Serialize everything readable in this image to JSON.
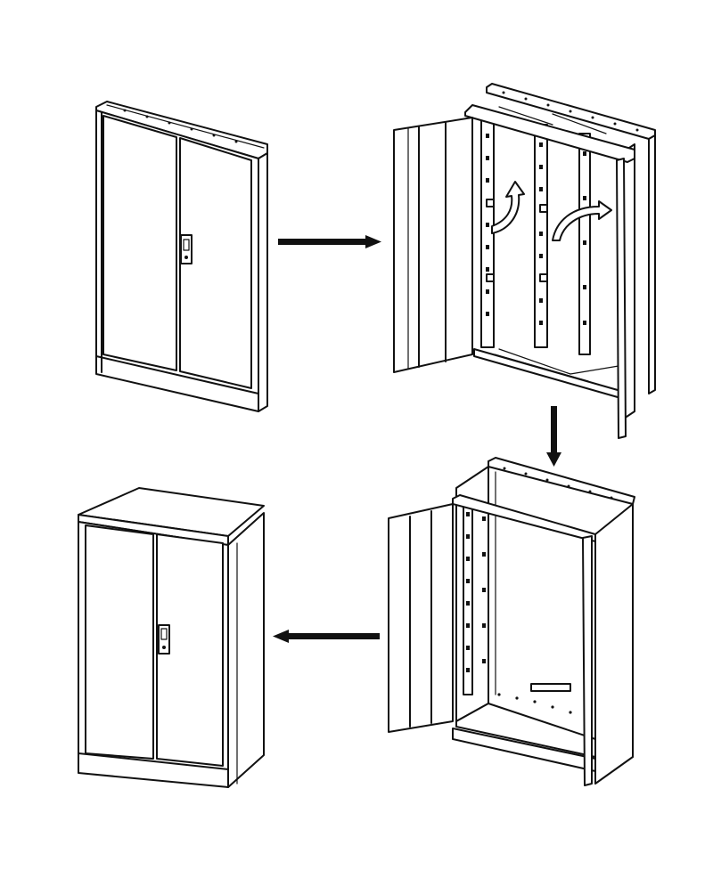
{
  "colors": {
    "line": "#111111",
    "background": "#ffffff"
  },
  "steps": [
    {
      "id": "folded-cabinet",
      "icon": "folded-cabinet-illustration"
    },
    {
      "id": "unfolding-cabinet",
      "icon": "unfolding-cabinet-illustration"
    },
    {
      "id": "unfolded-open-cabinet",
      "icon": "open-cabinet-frame-illustration"
    },
    {
      "id": "assembled-cabinet",
      "icon": "assembled-cabinet-illustration"
    }
  ],
  "arrows": [
    {
      "from": "folded-cabinet",
      "to": "unfolding-cabinet",
      "direction": "right"
    },
    {
      "from": "unfolding-cabinet",
      "to": "unfolded-open-cabinet",
      "direction": "down"
    },
    {
      "from": "unfolded-open-cabinet",
      "to": "assembled-cabinet",
      "direction": "left"
    }
  ]
}
